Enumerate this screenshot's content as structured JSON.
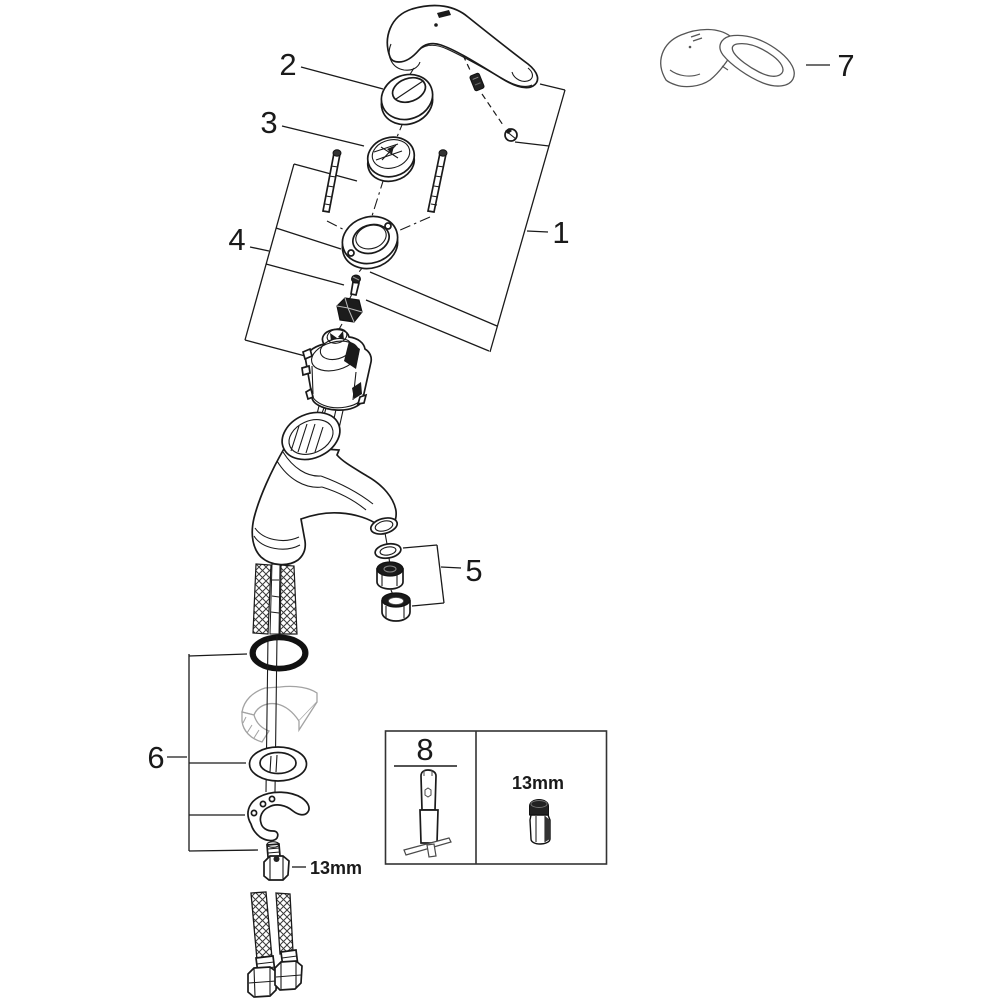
{
  "callouts": [
    {
      "label": "1"
    },
    {
      "label": "2"
    },
    {
      "label": "3"
    },
    {
      "label": "4"
    },
    {
      "label": "5"
    },
    {
      "label": "6"
    },
    {
      "label": "7"
    }
  ],
  "annotations": {
    "nut_size_label": "13mm"
  },
  "toolbox": {
    "number_label": "8",
    "socket_size_label": "13mm"
  },
  "colors": {
    "background": "#ffffff",
    "line": "#1a1a1a",
    "ghost_line": "#a3a3a3"
  }
}
